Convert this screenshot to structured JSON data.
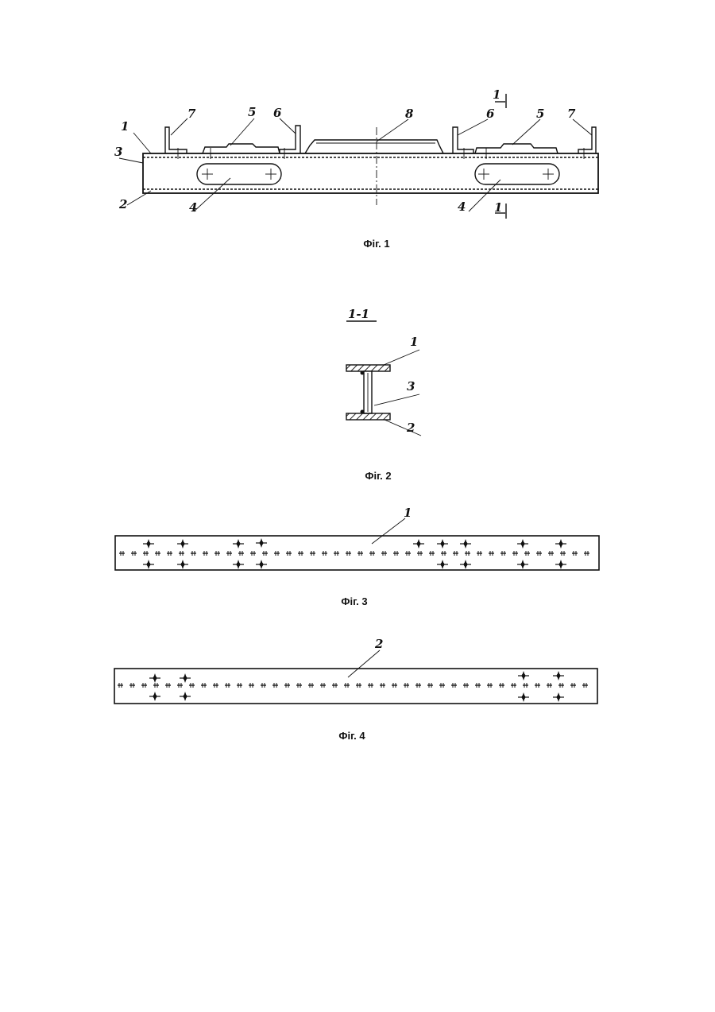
{
  "figures": [
    {
      "caption": "Фiг. 1",
      "labels": {
        "l1": "1",
        "l2": "2",
        "l3": "3",
        "l4a": "4",
        "l4b": "4",
        "l5a": "5",
        "l5b": "5",
        "l6a": "6",
        "l6b": "6",
        "l7a": "7",
        "l7b": "7",
        "l8": "8",
        "sec_top": "1",
        "sec_bot": "1"
      }
    },
    {
      "caption": "Фiг. 2",
      "section_title": "1-1",
      "labels": {
        "l1": "1",
        "l2": "2",
        "l3": "3"
      }
    },
    {
      "caption": "Фiг. 3",
      "labels": {
        "l1": "1"
      }
    },
    {
      "caption": "Фiг. 4",
      "labels": {
        "l2": "2"
      }
    }
  ]
}
